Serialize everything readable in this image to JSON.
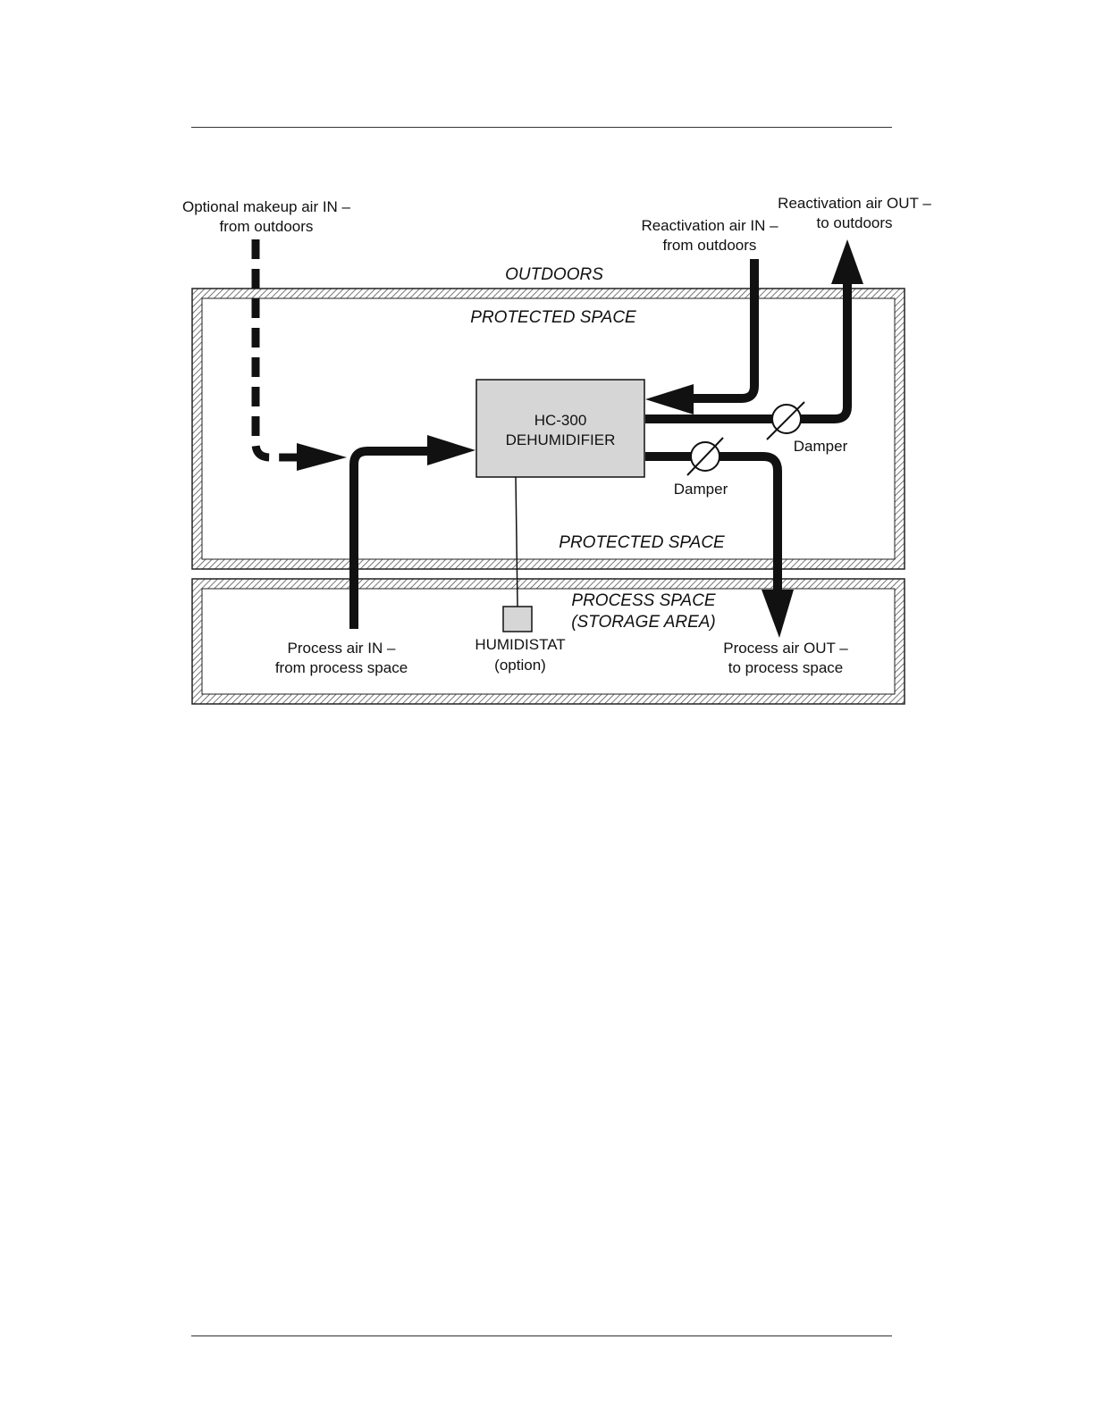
{
  "labels": {
    "makeup_air_line1": "Optional makeup air IN –",
    "makeup_air_line2": "from outdoors",
    "reactivation_in_line1": "Reactivation air IN –",
    "reactivation_in_line2": "from outdoors",
    "reactivation_out_line1": "Reactivation air OUT –",
    "reactivation_out_line2": "to outdoors",
    "outdoors": "OUTDOORS",
    "protected_space_top": "PROTECTED SPACE",
    "protected_space_bottom": "PROTECTED SPACE",
    "dehumidifier_line1": "HC-300",
    "dehumidifier_line2": "DEHUMIDIFIER",
    "damper_upper": "Damper",
    "damper_lower": "Damper",
    "process_space_line1": "PROCESS SPACE",
    "process_space_line2": "(STORAGE AREA)",
    "humidistat_line1": "HUMIDISTAT",
    "humidistat_line2": "(option)",
    "process_in_line1": "Process air IN –",
    "process_in_line2": "from process space",
    "process_out_line1": "Process air OUT –",
    "process_out_line2": "to process space"
  },
  "colors": {
    "flow": "#111111",
    "unit_fill": "#d6d6d6",
    "hatch": "#555555"
  }
}
